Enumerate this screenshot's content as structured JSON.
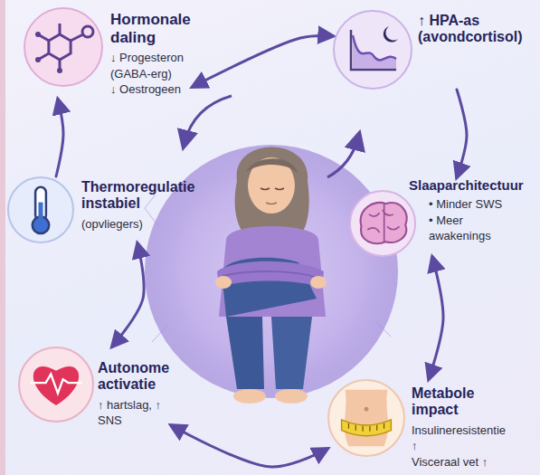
{
  "diagram": {
    "nodes": [
      {
        "text": [
          "Hormonale daling",
          "↓ Progesteron (GABA-erg)",
          "↓ Oestrogeen"
        ]
      },
      {
        "text": [
          "↑ HPA-as (avondcortisol)"
        ]
      },
      {
        "text": [
          "Thermoregulatie instabiel",
          "(opvliegers)"
        ]
      },
      {
        "text": [
          "Slaaparchitectuur",
          "• Minder SWS",
          "• Meer awakenings"
        ]
      },
      {
        "text": [
          "Autonome activatie",
          "↑ hartslag, ↑ SNS"
        ]
      },
      {
        "text": [
          "Metabole impact",
          "Insulineresistentie ↑",
          "Visceraal vet ↑"
        ]
      }
    ],
    "edges": [
      {
        "from": 0,
        "to": 1,
        "arrow": "both"
      },
      {
        "from": 1,
        "to": 3,
        "arrow": "to"
      },
      {
        "from": 3,
        "to": 5,
        "arrow": "both"
      },
      {
        "from": 5,
        "to": 4,
        "arrow": "both"
      },
      {
        "from": 4,
        "to": 2,
        "arrow": "both"
      },
      {
        "from": 2,
        "to": 0,
        "arrow": "to"
      }
    ]
  }
}
